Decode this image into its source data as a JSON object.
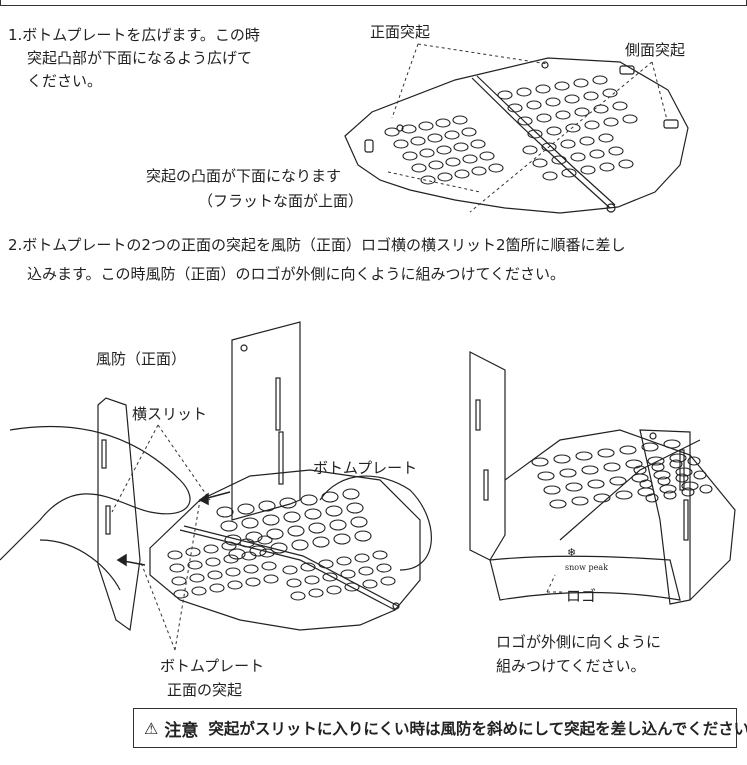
{
  "step1": {
    "lines": [
      "1.ボトムプレートを広げます。この時",
      "突起凸部が下面になるよう広げて",
      "ください。"
    ],
    "label_front": "正面突起",
    "label_side": "側面突起",
    "label_bottom_line1": "突起の凸面が下面になります",
    "label_bottom_line2": "（フラットな面が上面）"
  },
  "step2": {
    "line1": "2.ボトムプレートの2つの正面の突起を風防（正面）ロゴ横の横スリット2箇所に順番に差し",
    "line2": "込みます。この時風防（正面）のロゴが外側に向くように組みつけてください。"
  },
  "figure_left": {
    "label_windscreen": "風防（正面）",
    "label_slit": "横スリット",
    "label_plate": "ボトムプレート",
    "label_bottom_line1": "ボトムプレート",
    "label_bottom_line2": "正面の突起"
  },
  "figure_right": {
    "logo_label": "ロゴ",
    "logo_text": "snow peak",
    "caption_line1": "ロゴが外側に向くように",
    "caption_line2": "組みつけてください。"
  },
  "caution": {
    "icon": "warning-triangle-icon",
    "title": "注意",
    "text": "突起がスリットに入りにくい時は風防を斜めにして突起を差し込んでください。"
  }
}
